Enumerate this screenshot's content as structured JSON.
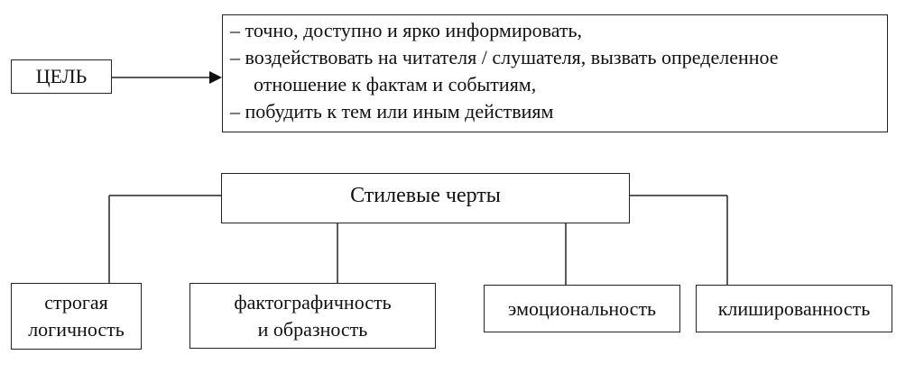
{
  "goal": {
    "label": "ЦЕЛЬ",
    "items": [
      "– точно, доступно и ярко информировать,",
      "– воздействовать на читателя / слушателя, вызвать определенное",
      "отношение к фактам и событиям,",
      "– побудить к тем или иным действиям"
    ]
  },
  "style": {
    "title": "Стилевые черты",
    "features": [
      {
        "line1": "строгая",
        "line2": "логичность"
      },
      {
        "line1": "фактографичность",
        "line2": "и образность"
      },
      {
        "line1": "эмоциональность"
      },
      {
        "line1": "клишированность"
      }
    ]
  }
}
